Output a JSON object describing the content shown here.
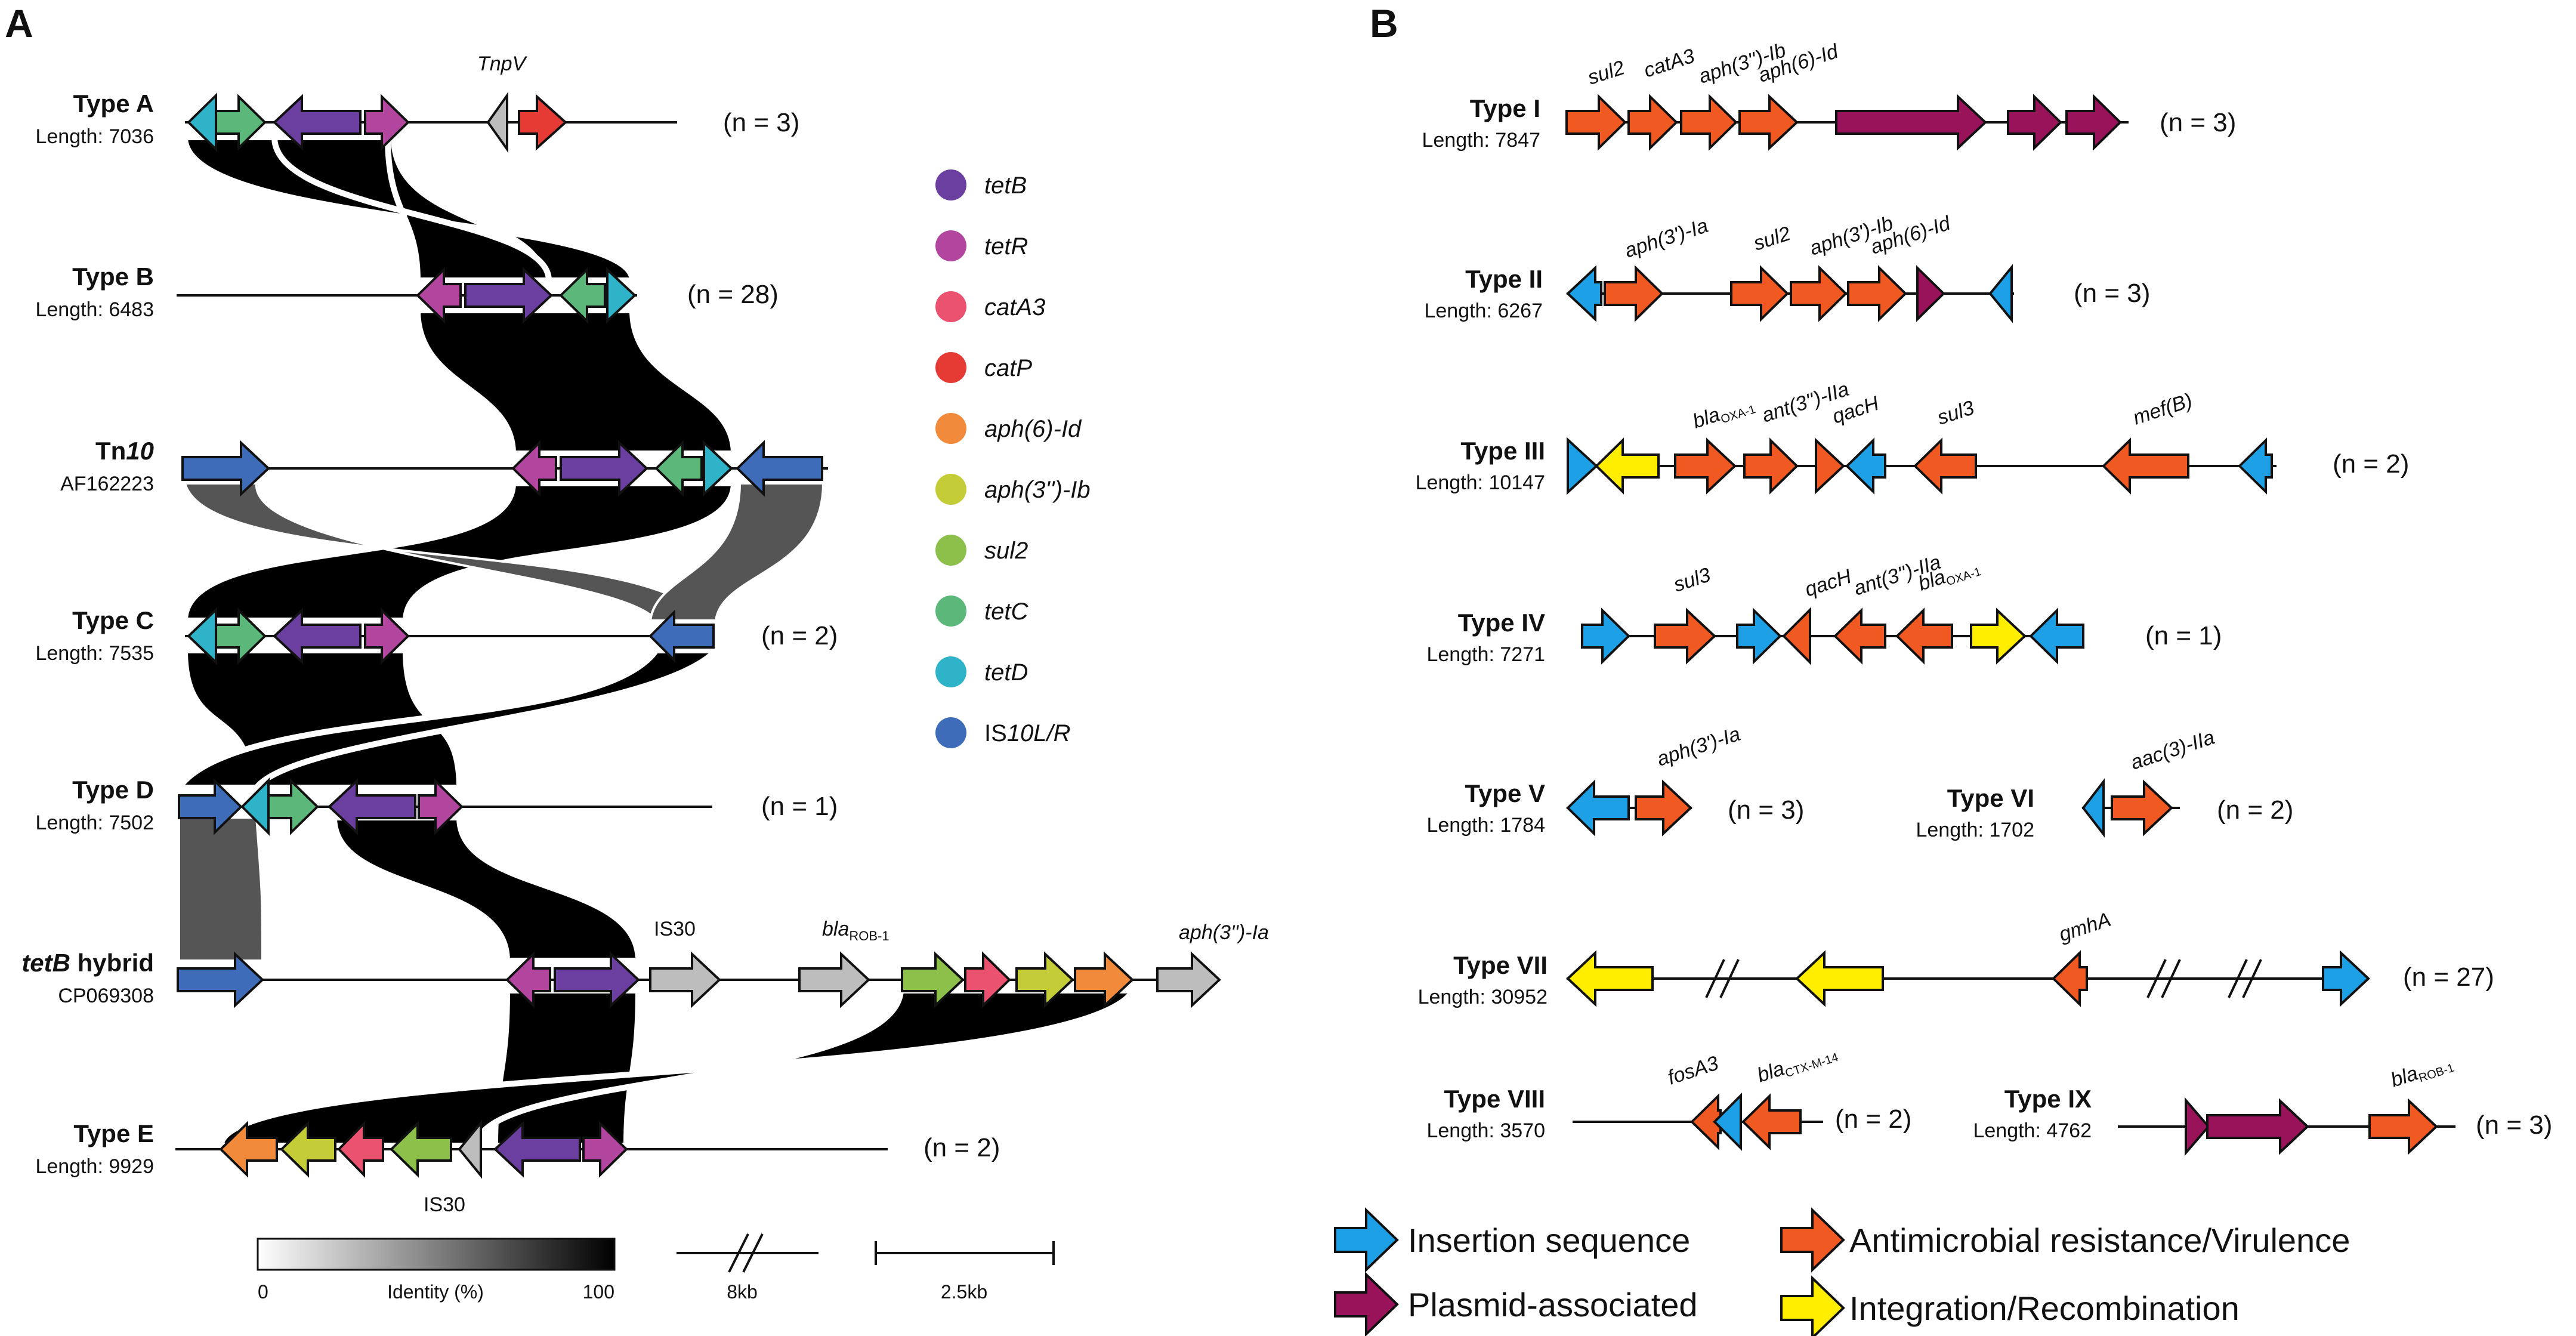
{
  "panels": {
    "a": "A",
    "b": "B"
  },
  "colors": {
    "tetB": "#6b3fa0",
    "tetR": "#b2469f",
    "catA3": "#ea5270",
    "catP": "#e63a35",
    "aph6Id": "#f28a3c",
    "aph3Ib": "#c4cc37",
    "sul2": "#8cc04b",
    "tetC": "#5cb87a",
    "tetD": "#2fb3c8",
    "IS10": "#3f6cb8",
    "grey": "#bdbdbd",
    "insertion": "#1ea0e6",
    "plasmid": "#98135a",
    "amr": "#f05a22",
    "integration": "#ffee00"
  },
  "panel_a": {
    "types": [
      {
        "name": "Type A",
        "length": "Length: 7036",
        "count": "(n = 3)"
      },
      {
        "name": "Type B",
        "length": "Length: 6483",
        "count": "(n = 28)"
      },
      {
        "name_main": "Tn",
        "name_sup": "10",
        "length": "AF162223",
        "count": ""
      },
      {
        "name": "Type C",
        "length": "Length: 7535",
        "count": "(n = 2)"
      },
      {
        "name": "Type D",
        "length": "Length: 7502",
        "count": "(n = 1)"
      },
      {
        "name_main": "tetB",
        "name_rest": " hybrid",
        "length": "CP069308",
        "count": ""
      },
      {
        "name": "Type E",
        "length": "Length: 9929",
        "count": "(n = 2)"
      }
    ],
    "labels": {
      "tnpv": "TnpV",
      "is30_top": "IS30",
      "bla_rob_base": "bla",
      "bla_rob_sub": "ROB-1",
      "aph3ia": "aph(3'')-Ia",
      "is30_bottom": "IS30"
    },
    "legend": [
      {
        "label": "tetB",
        "color": "#6b3fa0"
      },
      {
        "label": "tetR",
        "color": "#b2469f"
      },
      {
        "label": "catA3",
        "color": "#ea5270"
      },
      {
        "label": "catP",
        "color": "#e63a35"
      },
      {
        "label": "aph(6)-Id",
        "color": "#f28a3c"
      },
      {
        "label": "aph(3'')-Ib",
        "color": "#c4cc37"
      },
      {
        "label": "sul2",
        "color": "#8cc04b"
      },
      {
        "label": "tetC",
        "color": "#5cb87a"
      },
      {
        "label": "tetD",
        "color": "#2fb3c8"
      },
      {
        "label_main": "IS",
        "label_rest": "10L/R",
        "color": "#3f6cb8"
      }
    ],
    "identity": {
      "min": "0",
      "title": "Identity (%)",
      "max": "100"
    },
    "scale": {
      "break_label": "8kb",
      "bar_label": "2.5kb"
    }
  },
  "panel_b": {
    "types": [
      {
        "name": "Type I",
        "length": "Length: 7847",
        "count": "(n = 3)"
      },
      {
        "name": "Type II",
        "length": "Length: 6267",
        "count": "(n = 3)"
      },
      {
        "name": "Type III",
        "length": "Length: 10147",
        "count": "(n = 2)"
      },
      {
        "name": "Type IV",
        "length": "Length: 7271",
        "count": "(n = 1)"
      },
      {
        "name": "Type V",
        "length": "Length: 1784",
        "count": "(n = 3)"
      },
      {
        "name": "Type VI",
        "length": "Length: 1702",
        "count": "(n = 2)"
      },
      {
        "name": "Type VII",
        "length": "Length: 30952",
        "count": "(n = 27)"
      },
      {
        "name": "Type VIII",
        "length": "Length: 3570",
        "count": "(n = 2)"
      },
      {
        "name": "Type IX",
        "length": "Length: 4762",
        "count": "(n = 3)"
      }
    ],
    "gene_labels": {
      "t1_sul2": "sul2",
      "t1_catA3": "catA3",
      "t1_aph3ib": "aph(3'')-Ib",
      "t1_aph6id": "aph(6)-Id",
      "t2_aph3ia": "aph(3')-Ia",
      "t2_sul2": "sul2",
      "t2_aph3ib": "aph(3')-Ib",
      "t2_aph6id": "aph(6)-Id",
      "t3_bla_base": "bla",
      "t3_bla_sub": "OXA-1",
      "t3_ant": "ant(3'')-IIa",
      "t3_qach": "qacH",
      "t3_sul3": "sul3",
      "t3_mef": "mef(B)",
      "t4_sul3": "sul3",
      "t4_qach": "qacH",
      "t4_ant": "ant(3'')-IIa",
      "t4_bla_base": "bla",
      "t4_bla_sub": "OXA-1",
      "t5_aph3ia": "aph(3')-Ia",
      "t6_aac": "aac(3)-IIa",
      "t7_gmha": "gmhA",
      "t8_fosa3": "fosA3",
      "t8_bla_base": "bla",
      "t8_bla_sub": "CTX-M-14",
      "t9_bla_base": "bla",
      "t9_bla_sub": "ROB-1"
    },
    "key": [
      {
        "label": "Insertion sequence",
        "color": "#1ea0e6"
      },
      {
        "label": "Antimicrobial resistance/Virulence",
        "color": "#f05a22"
      },
      {
        "label": "Plasmid-associated",
        "color": "#98135a"
      },
      {
        "label": "Integration/Recombination",
        "color": "#ffee00"
      }
    ]
  }
}
